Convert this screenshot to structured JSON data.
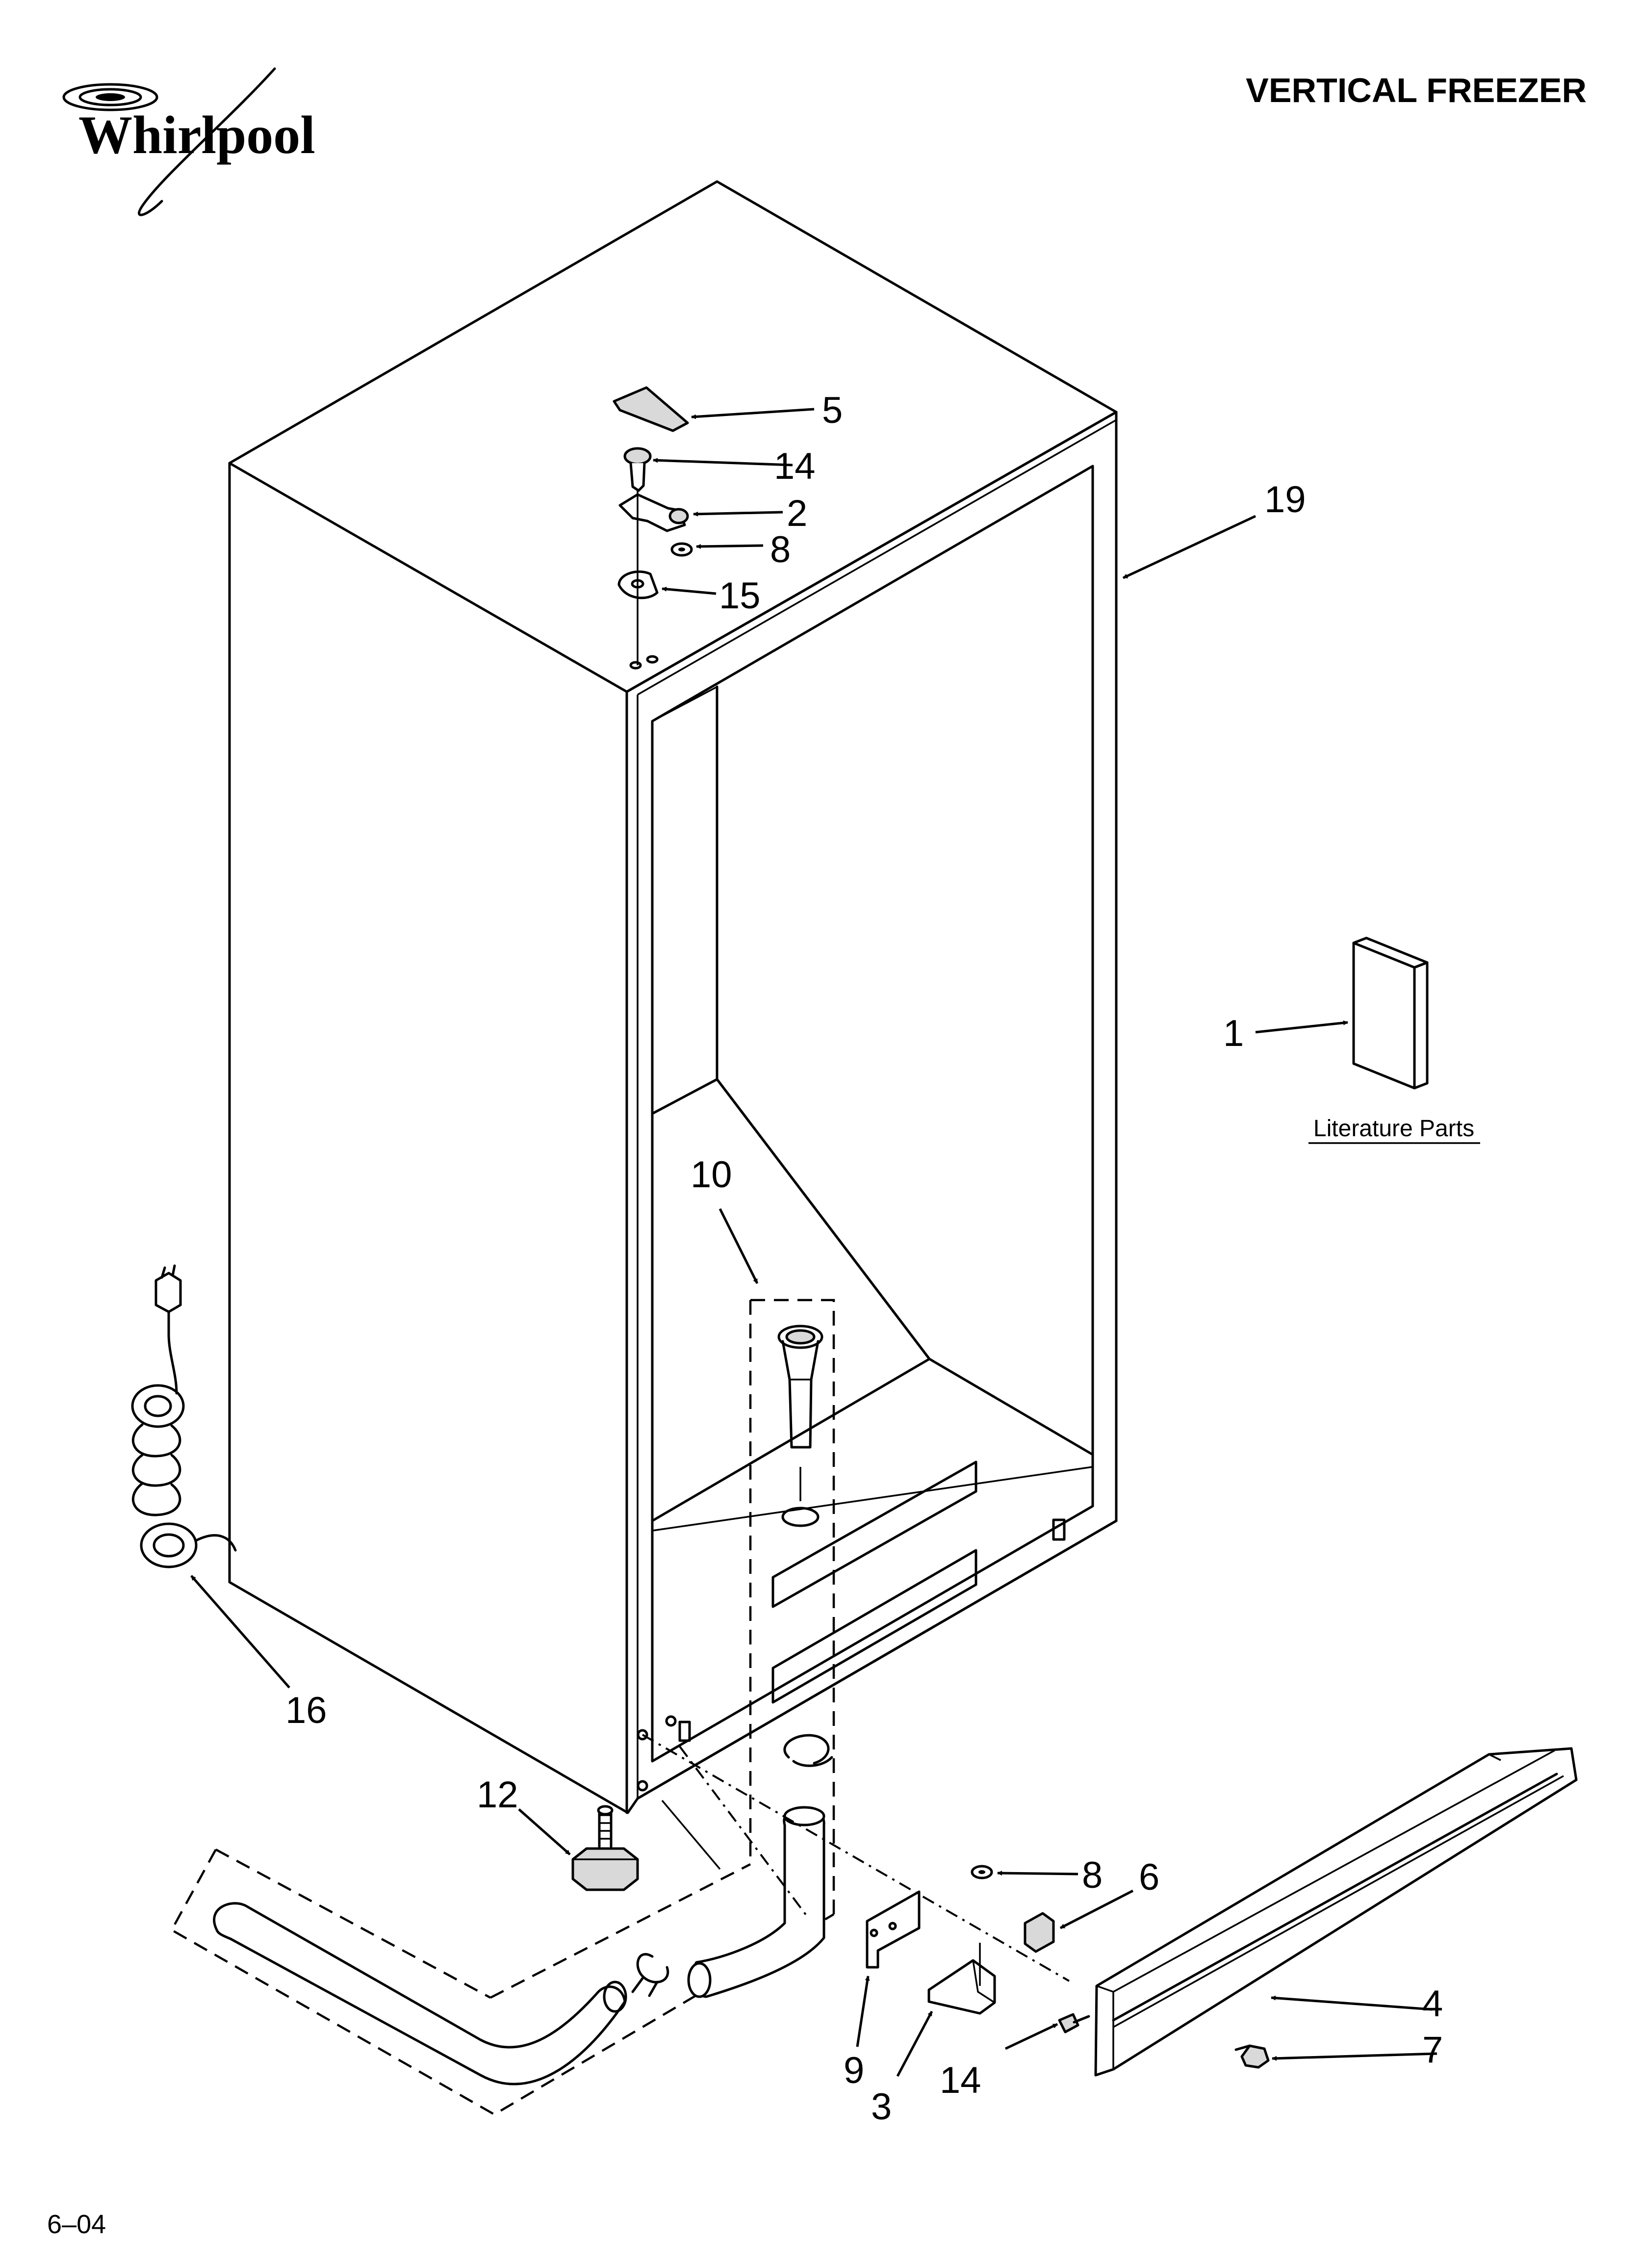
{
  "brand": "Whirlpool",
  "header": {
    "title": "VERTICAL FREEZER"
  },
  "literature": {
    "label": "Literature Parts"
  },
  "footer": {
    "date_code": "6–04"
  },
  "callouts": [
    {
      "id": "c5",
      "text": "5"
    },
    {
      "id": "c14a",
      "text": "14"
    },
    {
      "id": "c2",
      "text": "2"
    },
    {
      "id": "c8a",
      "text": "8"
    },
    {
      "id": "c15",
      "text": "15"
    },
    {
      "id": "c19",
      "text": "19"
    },
    {
      "id": "c1",
      "text": "1"
    },
    {
      "id": "c10",
      "text": "10"
    },
    {
      "id": "c16",
      "text": "16"
    },
    {
      "id": "c12",
      "text": "12"
    },
    {
      "id": "c8b",
      "text": "8"
    },
    {
      "id": "c6",
      "text": "6"
    },
    {
      "id": "c4",
      "text": "4"
    },
    {
      "id": "c7",
      "text": "7"
    },
    {
      "id": "c9",
      "text": "9"
    },
    {
      "id": "c3",
      "text": "3"
    },
    {
      "id": "c14b",
      "text": "14"
    }
  ]
}
